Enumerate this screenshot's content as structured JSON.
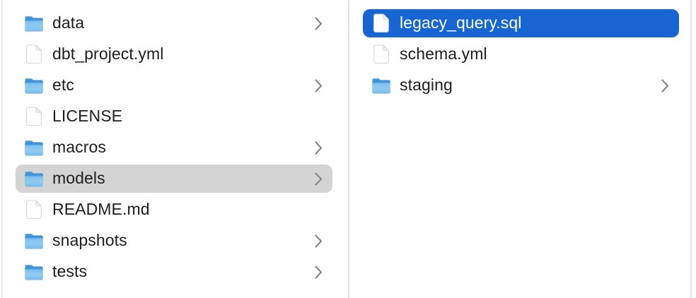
{
  "colors": {
    "background": "#ffffff",
    "active_selection": "#1665d3",
    "inactive_selection": "#d4d4d4",
    "text": "#1d1d1f",
    "selected_text": "#ffffff",
    "divider": "#e2e2e2",
    "edge_line": "#ececec",
    "chevron": "#87878a",
    "folder_blue": "#7fc0ec"
  },
  "columns": [
    {
      "id": "column-1",
      "items": [
        {
          "name": "data",
          "type": "folder",
          "icon": "folder-icon",
          "has_chevron": true,
          "selected": false
        },
        {
          "name": "dbt_project.yml",
          "type": "file",
          "icon": "document-icon",
          "has_chevron": false,
          "selected": false
        },
        {
          "name": "etc",
          "type": "folder",
          "icon": "folder-icon",
          "has_chevron": true,
          "selected": false
        },
        {
          "name": "LICENSE",
          "type": "file",
          "icon": "document-icon",
          "has_chevron": false,
          "selected": false
        },
        {
          "name": "macros",
          "type": "folder",
          "icon": "folder-icon",
          "has_chevron": true,
          "selected": false
        },
        {
          "name": "models",
          "type": "folder",
          "icon": "folder-icon",
          "has_chevron": true,
          "selected": true,
          "selection_style": "inactive-gray"
        },
        {
          "name": "README.md",
          "type": "file",
          "icon": "document-icon",
          "has_chevron": false,
          "selected": false
        },
        {
          "name": "snapshots",
          "type": "folder",
          "icon": "folder-icon",
          "has_chevron": true,
          "selected": false
        },
        {
          "name": "tests",
          "type": "folder",
          "icon": "folder-icon",
          "has_chevron": true,
          "selected": false
        }
      ]
    },
    {
      "id": "column-2",
      "items": [
        {
          "name": "legacy_query.sql",
          "type": "file",
          "icon": "document-icon",
          "has_chevron": false,
          "selected": true,
          "selection_style": "active-blue"
        },
        {
          "name": "schema.yml",
          "type": "file",
          "icon": "document-icon",
          "has_chevron": false,
          "selected": false
        },
        {
          "name": "staging",
          "type": "folder",
          "icon": "folder-icon",
          "has_chevron": true,
          "selected": false
        }
      ]
    }
  ]
}
